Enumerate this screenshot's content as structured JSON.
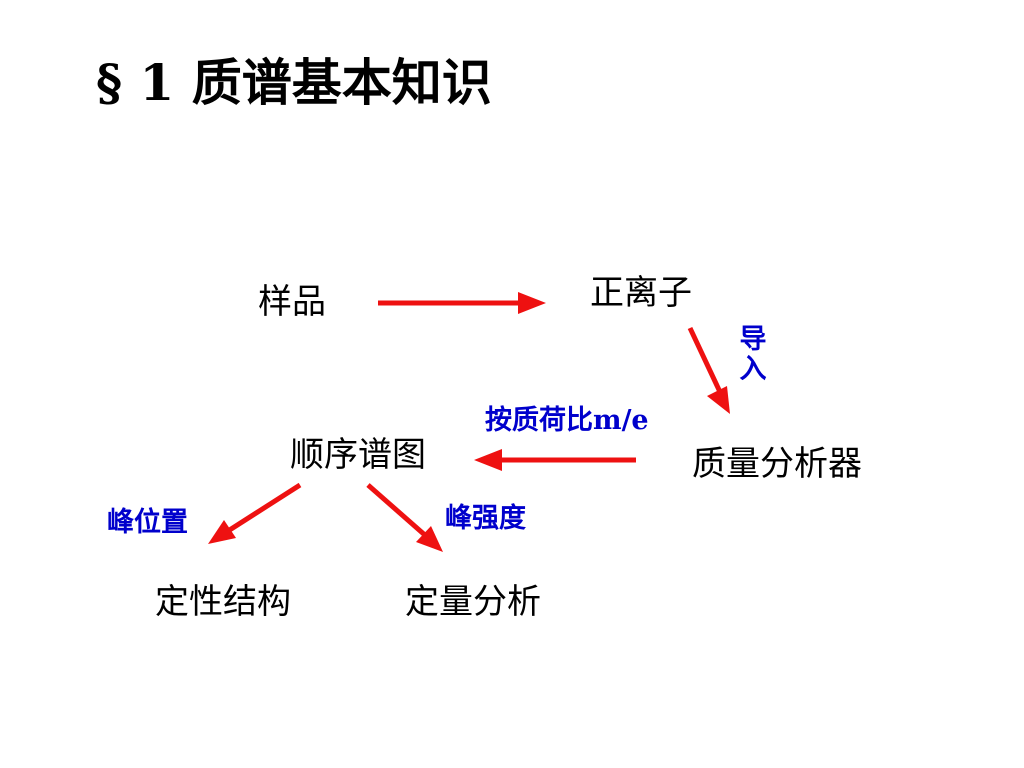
{
  "slide": {
    "title": "§ 1 质谱基本知识"
  },
  "diagram": {
    "nodes": {
      "sample": "样品",
      "positive_ion": "正离子",
      "mass_analyzer": "质量分析器",
      "spectrum": "顺序谱图",
      "qualitative": "定性结构",
      "quantitative": "定量分析"
    },
    "edge_labels": {
      "import": "导入",
      "by_mz": "按质荷比m/e",
      "peak_position": "峰位置",
      "peak_intensity": "峰强度"
    },
    "colors": {
      "arrow": "#ee1111",
      "edge_label": "#0000cc",
      "node_text": "#000000"
    }
  }
}
